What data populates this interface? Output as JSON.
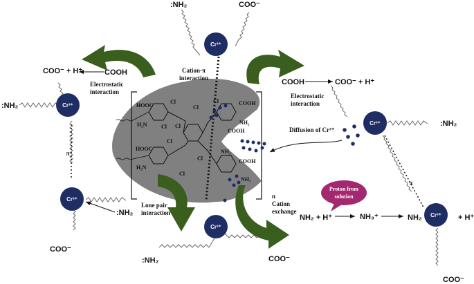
{
  "ion_label": "Cr³⁺",
  "labels": {
    "nh2_top": ":NH₂",
    "coo_top": "COO⁻",
    "cation_pi": [
      "Cation-π",
      "interaction"
    ],
    "coo_h_left": "COO⁻ + H⁺",
    "cooh_left": "COOH",
    "electrostatic_left": [
      "Electrostatic",
      "interaction"
    ],
    "nh2_left": ":NH₂",
    "cooh_right": "COOH",
    "coo_h_right": "COO⁻ + H⁺",
    "electrostatic_right": [
      "Electrostatic",
      "interaction"
    ],
    "diffusion": "Diffusion of Cr³⁺",
    "nh2_right": ":NH₂",
    "pi_left": "π",
    "pi_right": "π",
    "lone_pair": [
      "Lone pair",
      "interaction"
    ],
    "nh2_mid_left": ":NH₂",
    "coo_bottom_left": "COO⁻",
    "nh2_bottom": ":NH₂",
    "coo_bottom_mid": "COO⁻",
    "cation_exchange": [
      "n",
      "Cation",
      "exchange"
    ],
    "nh2_h": "NH₂ + H⁺",
    "nh3": "NH₃⁺",
    "nh2_product": "NH₂",
    "plus_h": "+ H⁺",
    "coo_bottom_right": "COO⁻",
    "proton_bubble": [
      "Proton from",
      "solution"
    ]
  },
  "molecule_labels": {
    "hooc_1": "HOOC",
    "h2n_1": "H₂N",
    "cl_1": "Cl",
    "cl_2": "Cl",
    "cl_3": "Cl",
    "cl_4": "Cl",
    "hooc_2": "HOOC",
    "h2n_2": "H₂N",
    "cl_5": "Cl",
    "cl_6": "Cl",
    "cl_7": "Cl",
    "cl_8": "Cl",
    "cooh_1": "COOH",
    "nh2_1": "NH₂",
    "cooh_2": "COOH",
    "nh2_2": "NH₂",
    "cooh_3": "COOH",
    "nh2_3": "NH₂"
  }
}
